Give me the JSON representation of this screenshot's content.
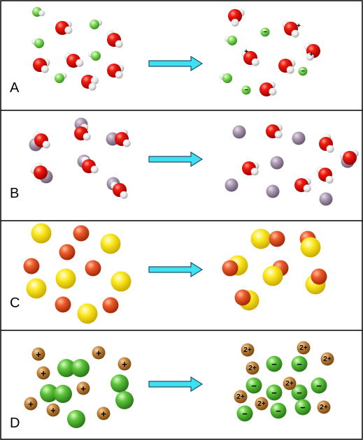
{
  "panels": [
    {
      "id": "A",
      "label": "A"
    },
    {
      "id": "B",
      "label": "B"
    },
    {
      "id": "C",
      "label": "C"
    },
    {
      "id": "D",
      "label": "D"
    }
  ],
  "charges": {
    "plus": "+",
    "minus": "−",
    "two_plus": "2+"
  },
  "colors": {
    "border": "#000000",
    "arrow_fill": "#3fe0ef",
    "arrow_stroke": "#1a4f6e",
    "oxygen": "#e81010",
    "hydrogen": "#e8e8e8",
    "chloride": "#7ed957",
    "grey_ion": "#9c8aa3",
    "yellow": "#f5e11a",
    "orange": "#e8502a",
    "green_ion": "#5bc43a",
    "bronze": "#b8782a"
  },
  "icons": {
    "arrow": "right-arrow-icon",
    "water": "water-molecule-icon"
  }
}
